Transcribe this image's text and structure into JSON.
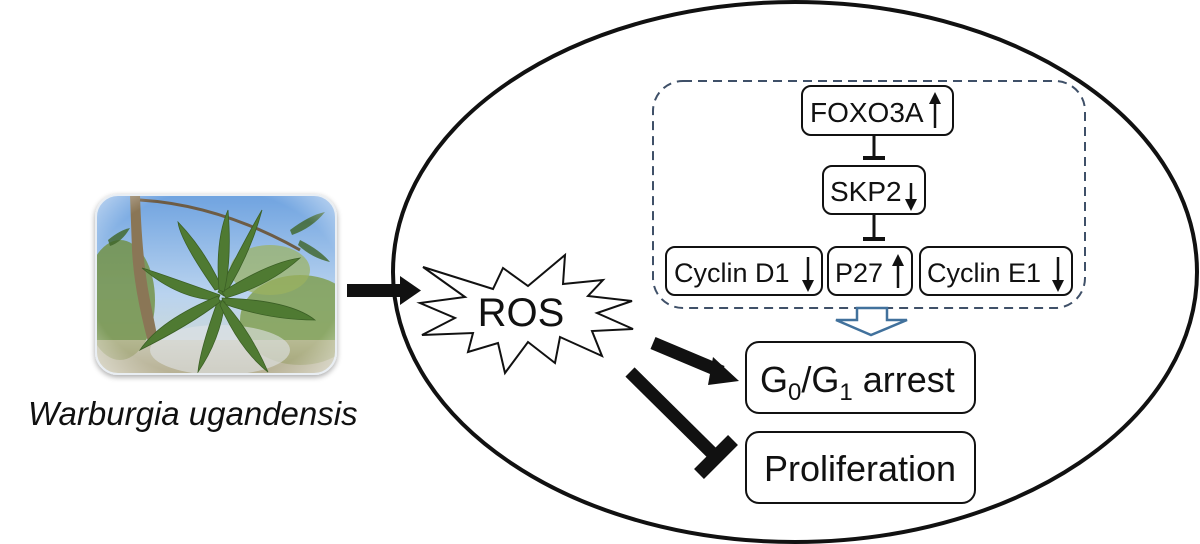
{
  "plant": {
    "name": "Warburgia ugandensis",
    "photo_icon": "plant-photo"
  },
  "stimulus": {
    "label": "ROS",
    "shape": "starburst"
  },
  "pathway": {
    "nodes": [
      {
        "id": "foxo3a",
        "label": "FOXO3A",
        "regulation": "up",
        "arrow": "↑"
      },
      {
        "id": "skp2",
        "label": "SKP2",
        "regulation": "down",
        "arrow": "↓"
      },
      {
        "id": "cyclin_d1",
        "label": "Cyclin D1",
        "regulation": "down",
        "arrow": "↓"
      },
      {
        "id": "p27",
        "label": "P27",
        "regulation": "up",
        "arrow": "↑"
      },
      {
        "id": "cyclin_e1",
        "label": "Cyclin E1",
        "regulation": "down",
        "arrow": "↓"
      }
    ],
    "edges": [
      {
        "from": "foxo3a",
        "to": "skp2",
        "type": "inhibits"
      },
      {
        "from": "skp2",
        "to": "p27",
        "type": "inhibits"
      }
    ],
    "group_color": "#3f5068"
  },
  "outcomes": {
    "arrest": {
      "prefix": "G",
      "sub1": "0",
      "slash": "/G",
      "sub2": "1",
      "suffix": " arrest"
    },
    "proliferation": {
      "label": "Proliferation"
    }
  },
  "connections": [
    {
      "from": "plant",
      "to": "ROS",
      "type": "activates"
    },
    {
      "from": "ROS",
      "to": "G0/G1 arrest",
      "type": "activates"
    },
    {
      "from": "ROS",
      "to": "Proliferation",
      "type": "inhibits"
    },
    {
      "from": "pathway-group",
      "to": "G0/G1 arrest",
      "type": "leads-to"
    }
  ],
  "colors": {
    "stroke": "#111111",
    "group_dash": "#3f5068",
    "block_arrow": "#41719c",
    "sky": "#8fb8e8",
    "leaf": "#5f8a3a"
  }
}
